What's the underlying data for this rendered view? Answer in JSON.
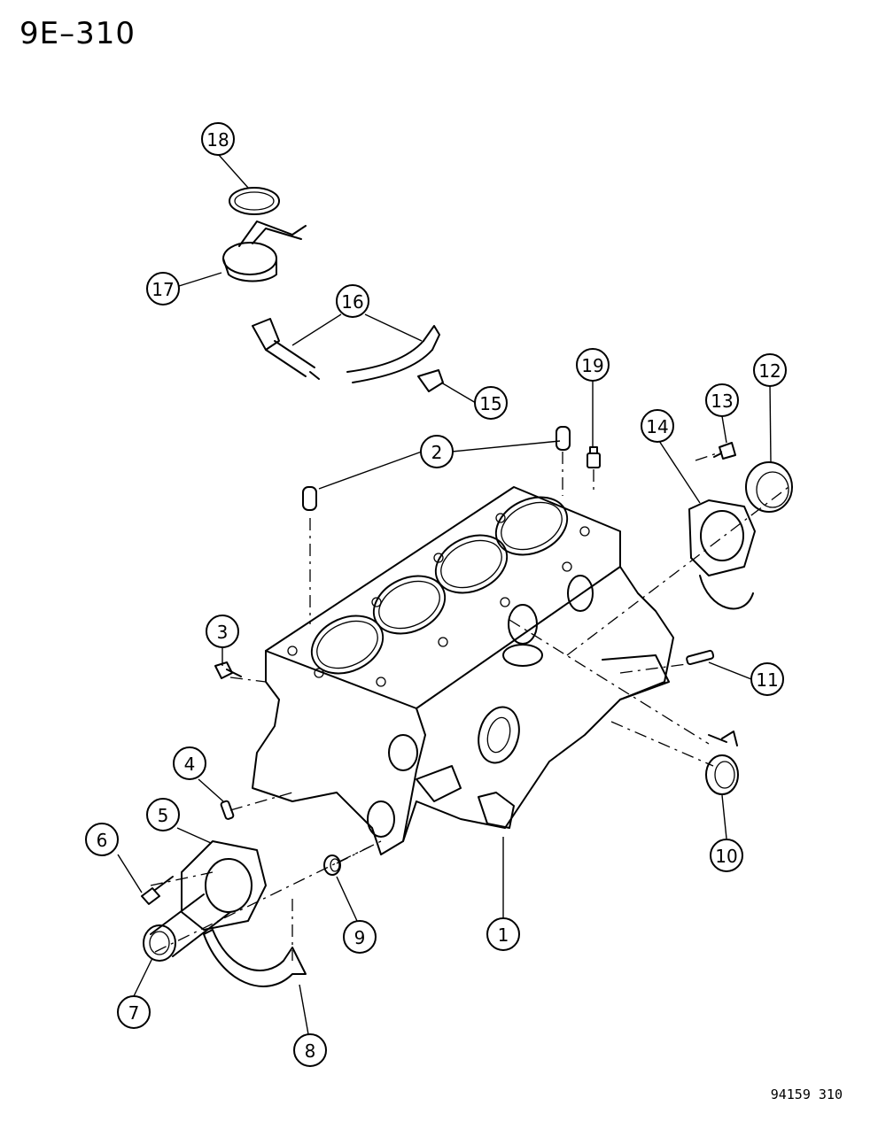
{
  "header": {
    "page_code": "9E–310"
  },
  "footer": {
    "figure_code": "94159  310"
  },
  "callouts": [
    {
      "number": "1"
    },
    {
      "number": "2"
    },
    {
      "number": "3"
    },
    {
      "number": "4"
    },
    {
      "number": "5"
    },
    {
      "number": "6"
    },
    {
      "number": "7"
    },
    {
      "number": "8"
    },
    {
      "number": "9"
    },
    {
      "number": "10"
    },
    {
      "number": "11"
    },
    {
      "number": "12"
    },
    {
      "number": "13"
    },
    {
      "number": "14"
    },
    {
      "number": "15"
    },
    {
      "number": "16"
    },
    {
      "number": "17"
    },
    {
      "number": "18"
    },
    {
      "number": "19"
    }
  ]
}
